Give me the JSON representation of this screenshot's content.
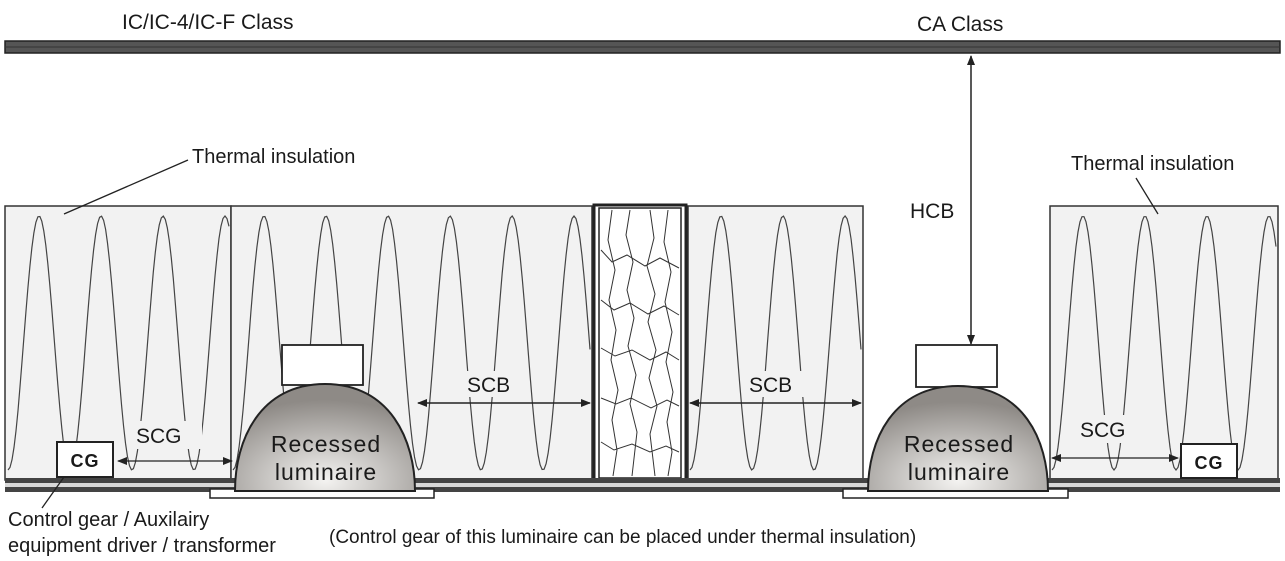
{
  "labels": {
    "ic_class": "IC/IC-4/IC-F Class",
    "ca_class": "CA Class",
    "thermal_insulation_left": "Thermal insulation",
    "thermal_insulation_right": "Thermal insulation",
    "hcb": "HCB",
    "scb_left": "SCB",
    "scb_right": "SCB",
    "scg_left": "SCG",
    "scg_right": "SCG",
    "cg_left": "CG",
    "cg_right": "CG",
    "luminaire_left_line1": "Recessed",
    "luminaire_left_line2": "luminaire",
    "luminaire_right_line1": "Recessed",
    "luminaire_right_line2": "luminaire",
    "control_gear_line1": "Control gear / Auxilairy",
    "control_gear_line2": "equipment driver / transformer",
    "footnote": "(Control gear of this luminaire can be placed under thermal insulation)"
  },
  "colors": {
    "beam": "#555555",
    "insulation_fill": "#f2f2f2",
    "luminaire_dark": "#8e8a86",
    "luminaire_light": "#f4f3f1",
    "line": "#222222"
  }
}
